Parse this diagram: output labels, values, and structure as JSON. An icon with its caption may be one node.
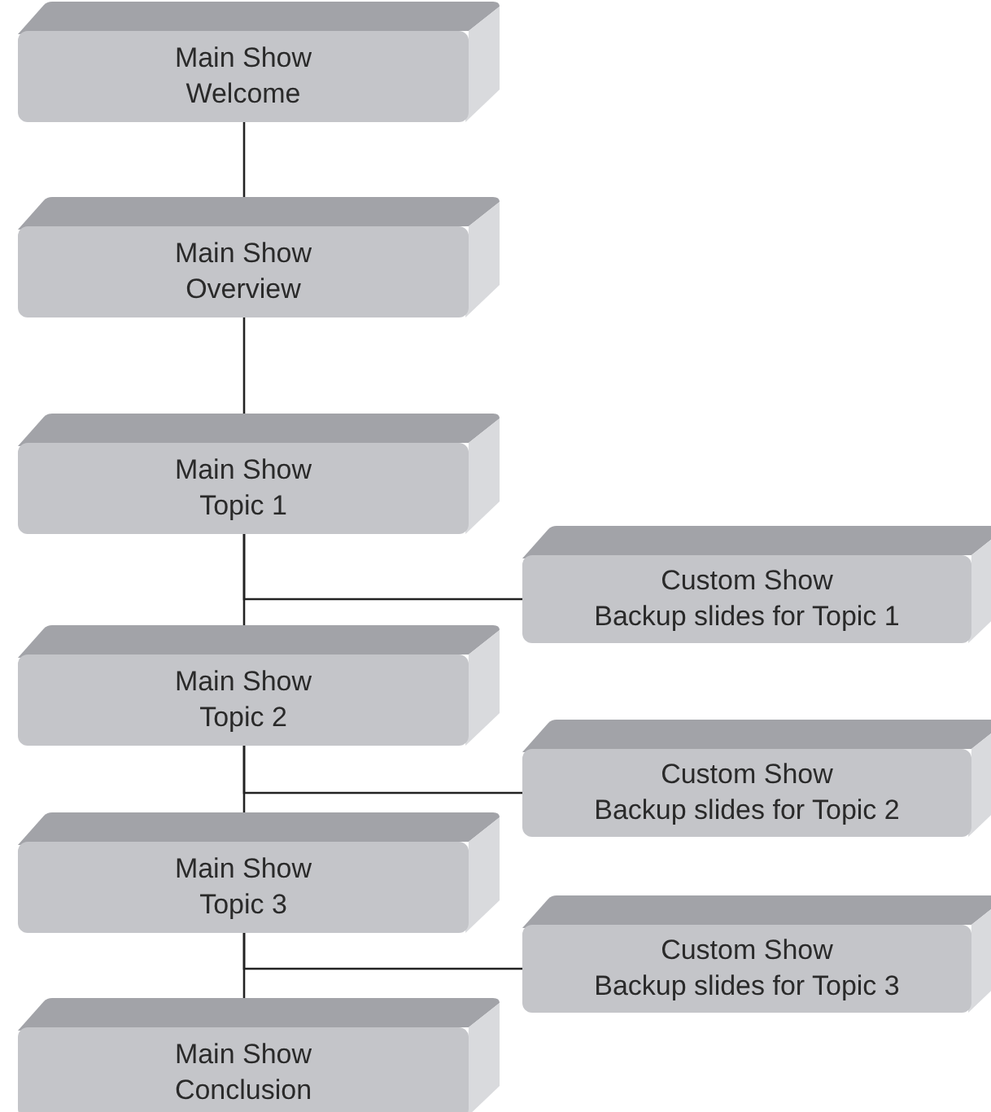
{
  "diagram": {
    "nodes": [
      {
        "text": [
          "Main Show",
          "Welcome"
        ]
      },
      {
        "text": [
          "Main Show",
          "Overview"
        ]
      },
      {
        "text": [
          "Main Show",
          "Topic 1"
        ]
      },
      {
        "text": [
          "Custom Show",
          "Backup slides for Topic 1"
        ]
      },
      {
        "text": [
          "Main Show",
          "Topic 2"
        ]
      },
      {
        "text": [
          "Custom Show",
          "Backup slides for Topic 2"
        ]
      },
      {
        "text": [
          "Main Show",
          "Topic 3"
        ]
      },
      {
        "text": [
          "Custom Show",
          "Backup slides for Topic 3"
        ]
      },
      {
        "text": [
          "Main Show",
          "Conclusion"
        ]
      }
    ],
    "edges": [
      {
        "from": 0,
        "to": 1,
        "arrow": "none"
      },
      {
        "from": 1,
        "to": 2,
        "arrow": "none"
      },
      {
        "from": 2,
        "to": 4,
        "arrow": "none"
      },
      {
        "from": 2,
        "to": 3,
        "arrow": "none"
      },
      {
        "from": 4,
        "to": 6,
        "arrow": "none"
      },
      {
        "from": 4,
        "to": 5,
        "arrow": "none"
      },
      {
        "from": 6,
        "to": 8,
        "arrow": "none"
      },
      {
        "from": 6,
        "to": 7,
        "arrow": "none"
      }
    ]
  }
}
